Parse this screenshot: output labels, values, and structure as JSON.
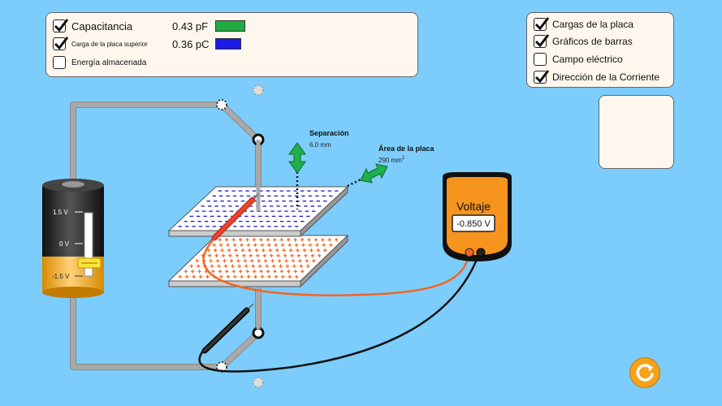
{
  "meters": {
    "capacitance": {
      "label": "Capacitancia",
      "value": "0.43 pF",
      "checked": true,
      "bar_color": "#22aa44"
    },
    "top_plate_charge": {
      "label": "Carga de la placa superior",
      "value": "0.36 pC",
      "checked": true,
      "bar_color": "#1a1ae6"
    },
    "stored_energy": {
      "label": "Energía almacenada",
      "checked": false
    }
  },
  "view_options": [
    {
      "label": "Cargas de la placa",
      "checked": true
    },
    {
      "label": "Gráficos de barras",
      "checked": true
    },
    {
      "label": "Campo eléctrico",
      "checked": false
    },
    {
      "label": "Dirección de la Corriente",
      "checked": true
    }
  ],
  "controls": {
    "separation": {
      "label": "Separación",
      "value": "6.0 mm"
    },
    "plate_area": {
      "label": "Área de la placa",
      "value": "290 mm",
      "unit_exponent": "2"
    }
  },
  "battery": {
    "tick_labels": [
      "1.5 V",
      "0 V",
      "-1.5 V"
    ]
  },
  "voltmeter": {
    "title": "Voltaje",
    "reading": "-0.850 V"
  },
  "colors": {
    "background": "#7ccdfc",
    "wire": "#a9a9a9",
    "positive_charge": "#f26522",
    "negative_charge": "#1a1acc",
    "arrow_green": "#1fb04a",
    "meter_orange": "#f7941d",
    "reset_orange": "#f7a21a"
  },
  "icons": {
    "reset": "rotate-arrow-icon",
    "check": "checkmark-icon"
  }
}
